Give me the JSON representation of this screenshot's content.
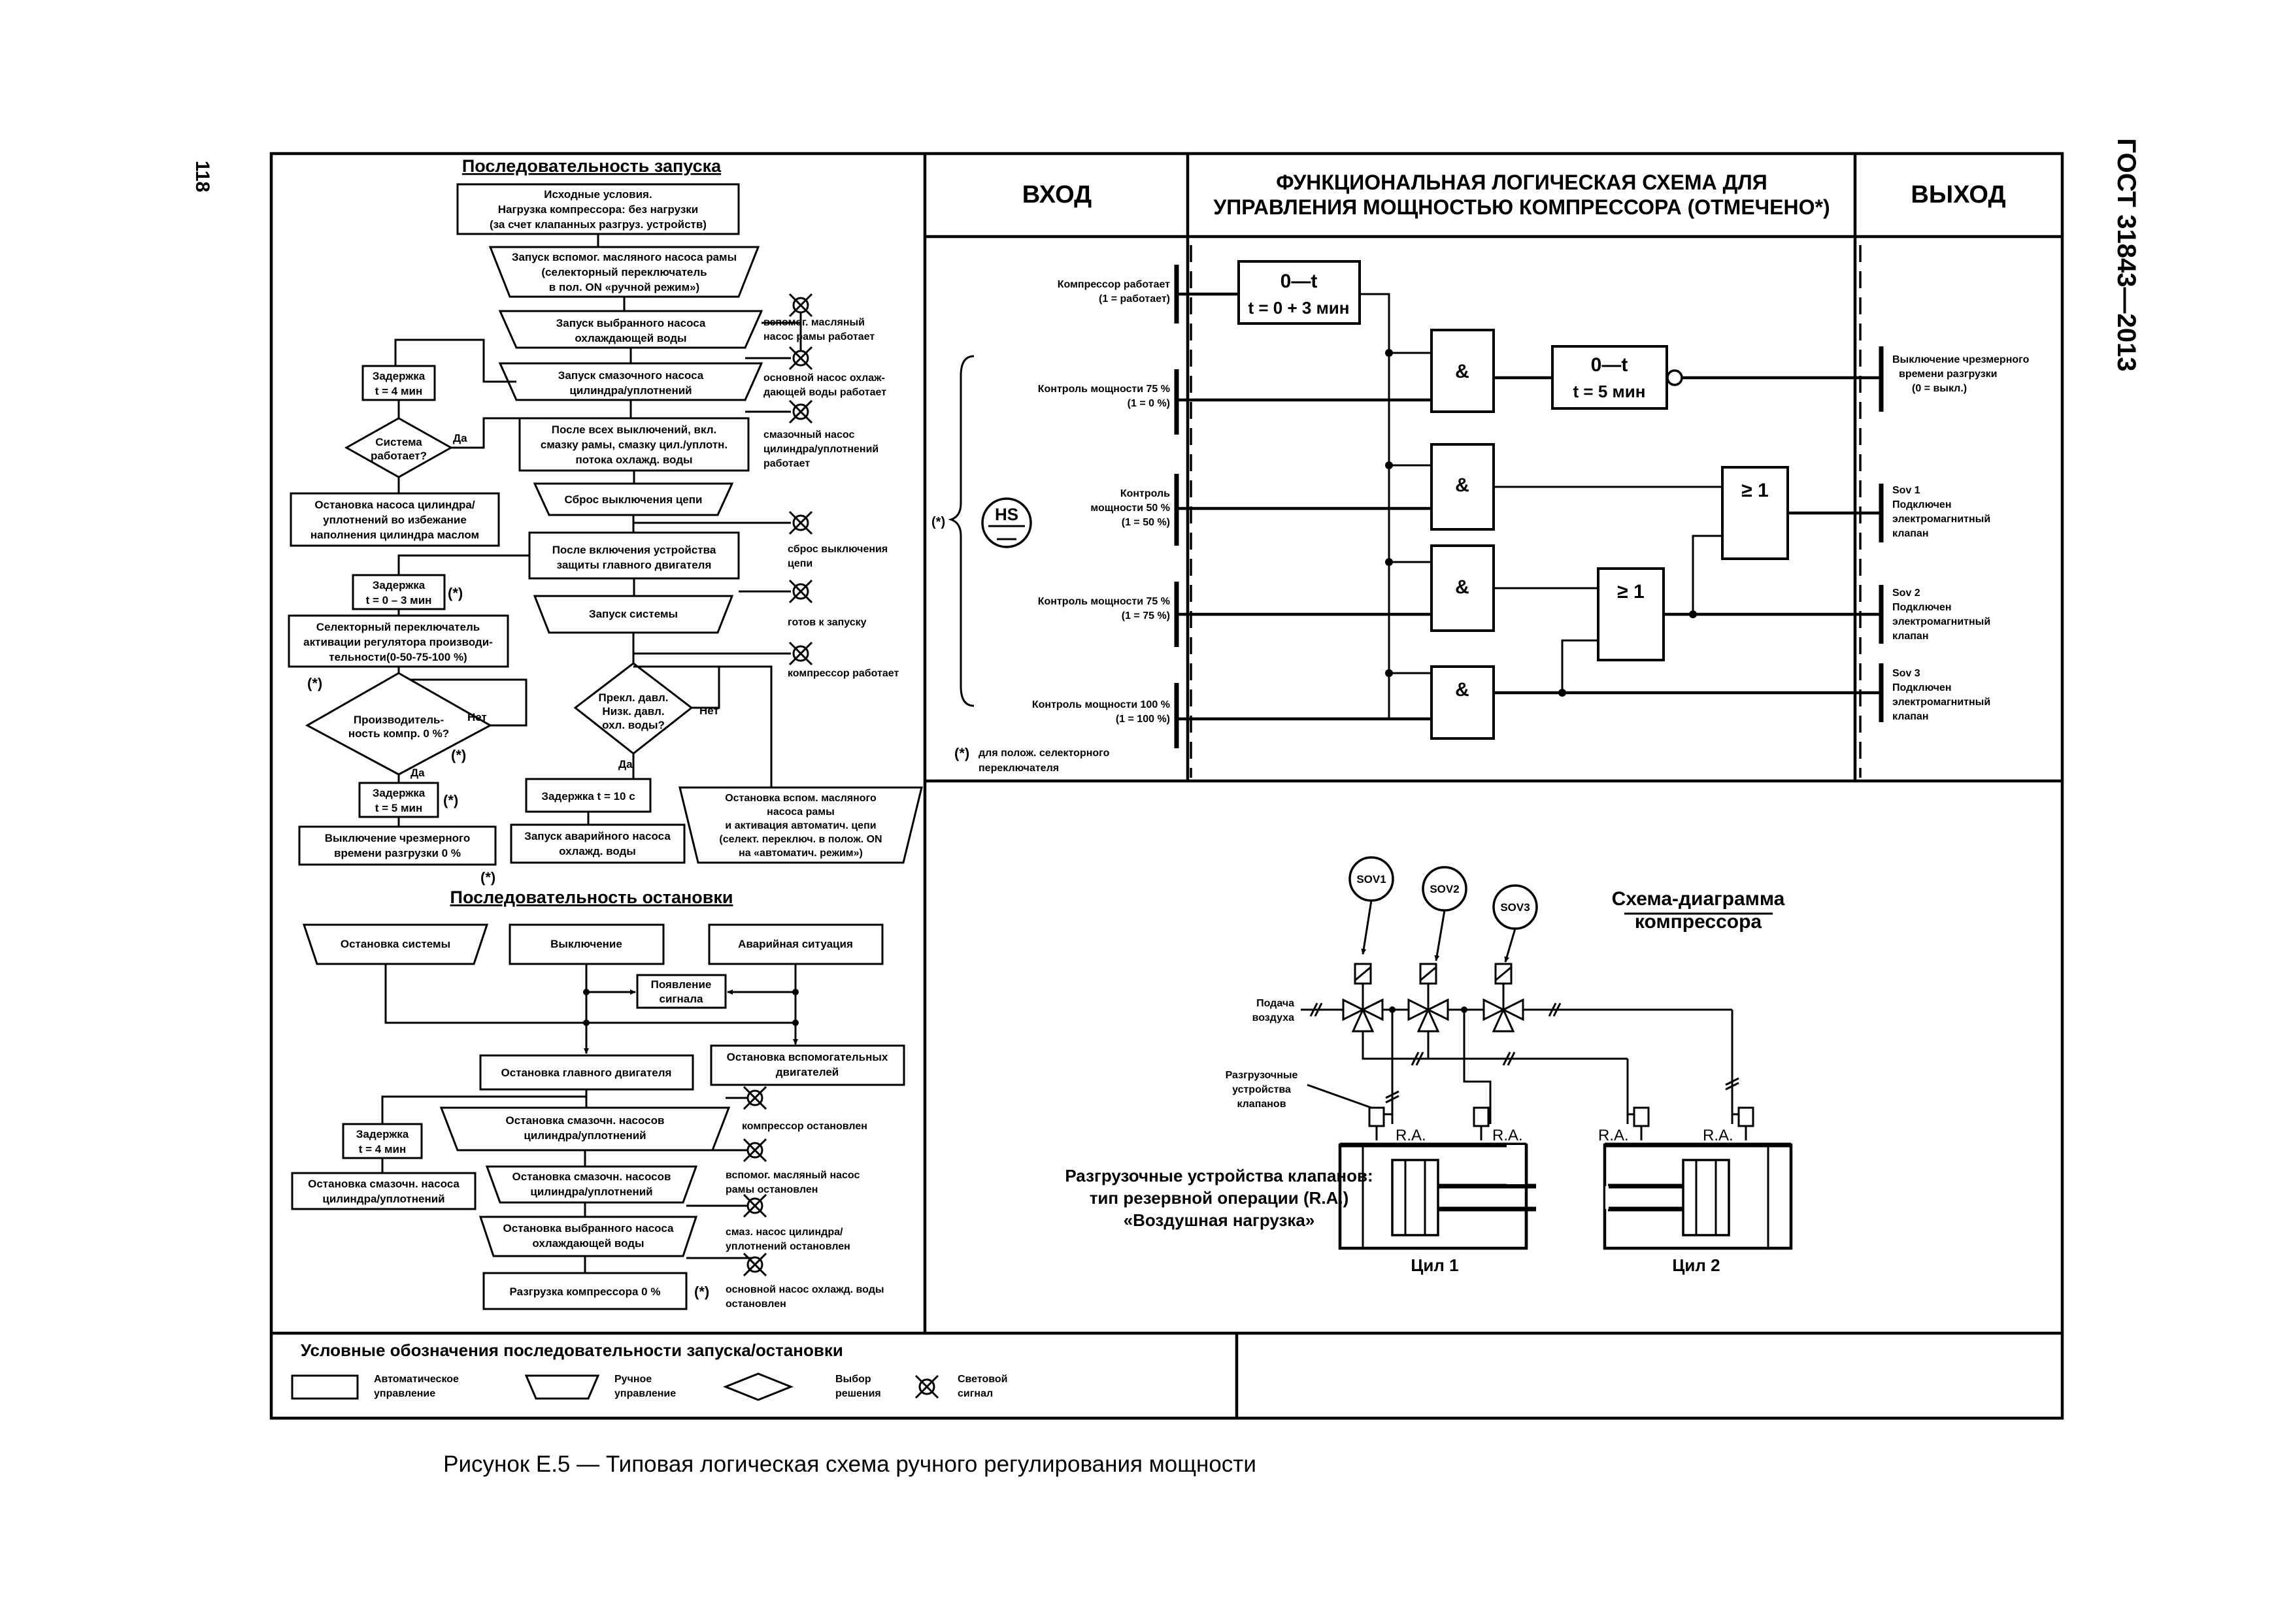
{
  "page": {
    "number": "118",
    "standard": "ГОСТ 31843—2013",
    "caption": "Рисунок Е.5 — Типовая логическая схема ручного регулирования мощности"
  },
  "startup": {
    "title": "Последовательность запуска",
    "initial": [
      "Исходные условия.",
      "Нагрузка компрессора: без нагрузки",
      "(за счет клапанных разгруз. устройств)"
    ],
    "aux_oil_pump": [
      "Запуск вспомог. масляного насоса рамы",
      "(селекторный переключатель",
      "в пол. ON «ручной режим»)"
    ],
    "cooling_pump": [
      "Запуск выбранного насоса",
      "охлаждающей воды"
    ],
    "lube_pump": [
      "Запуск смазочного насоса",
      "цилиндра/уплотнений"
    ],
    "after_all": [
      "После всех выключений, вкл.",
      "смазку рамы, смазку цил./уплотн.",
      "потока  охлажд. воды"
    ],
    "reset_trip": "Сброс выключения цепи",
    "after_main_protect": [
      "После включения устройства",
      "защиты главного двигателя"
    ],
    "start_system": "Запуск системы",
    "delay4": [
      "Задержка",
      "t = 4 мин"
    ],
    "system_running": [
      "Система",
      "работает?"
    ],
    "yes": "Да",
    "no": "Нет",
    "stop_lube": [
      "Остановка насоса цилиндра/",
      "уплотнений во избежание",
      "наполнения цилиндра маслом"
    ],
    "delay0_3": [
      "Задержка",
      "t = 0 – 3 мин"
    ],
    "star": "(*)",
    "selector": [
      "Селекторный переключатель",
      "активации регулятора производи-",
      "тельности(0-50-75-100 %)"
    ],
    "capacity0": [
      "Производитель-",
      "ность компр. 0 %?"
    ],
    "delay5": [
      "Задержка",
      "t = 5 мин"
    ],
    "excess_off": [
      "Выключение чрезмерного",
      "времени разгрузки 0 %"
    ],
    "low_pressure": [
      "Прекл. давл.",
      "Низк. давл.",
      "охл. воды?"
    ],
    "delay10": "Задержка t = 10 с",
    "emergency_pump": [
      "Запуск аварийного насоса",
      "охлажд. воды"
    ],
    "stop_aux_oil": [
      "Остановка вспом. масляного",
      "насоса рамы",
      "и активация автоматич. цепи",
      "(селект. переключ. в полож. ON",
      "на «автоматич. режим»)"
    ],
    "sig_aux_oil": [
      "вспомог. масляный",
      "насос рамы работает"
    ],
    "sig_cool": [
      "основной насос охлаж-",
      "дающей воды работает"
    ],
    "sig_lube": [
      "смазочный насос",
      "цилиндра/уплотнений",
      "работает"
    ],
    "sig_reset": [
      "сброс выключения",
      "цепи"
    ],
    "sig_ready": "готов к запуску",
    "sig_running": "компрессор работает"
  },
  "shutdown": {
    "title": "Последовательность остановки",
    "stop_system": "Остановка системы",
    "shutdown": "Выключение",
    "emergency": "Аварийная ситуация",
    "alarm": [
      "Появление",
      "сигнала"
    ],
    "stop_main": "Остановка главного двигателя",
    "stop_aux": [
      "Остановка вспомогательных",
      "двигателей"
    ],
    "stop_lube_pumps": [
      "Остановка смазочн. насосов",
      "цилиндра/уплотнений"
    ],
    "delay4": [
      "Задержка",
      "t = 4 мин"
    ],
    "stop_lube_pump": [
      "Остановка смазочн. насоса",
      "цилиндра/уплотнений"
    ],
    "stop_lube_pumps2": [
      "Остановка смазочн. насосов",
      "цилиндра/уплотнений"
    ],
    "stop_cool": [
      "Остановка выбранного насоса",
      "охлаждающей воды"
    ],
    "unload": "Разгрузка компрессора 0 %",
    "star": "(*)",
    "sig_comp_stopped": "компрессор остановлен",
    "sig_aux_stopped": [
      "вспомог. масляный насос",
      "рамы остановлен"
    ],
    "sig_lube_stopped": [
      "смаз. насос цилиндра/",
      "уплотнений остановлен"
    ],
    "sig_cool_stopped": [
      "основной насос охлажд. воды",
      "остановлен"
    ]
  },
  "legend": {
    "title": "Условные обозначения последовательности запуска/остановки",
    "auto": [
      "Автоматическое",
      "управление"
    ],
    "manual": [
      "Ручное",
      "управление"
    ],
    "decision": [
      "Выбор",
      "решения"
    ],
    "signal": [
      "Световой",
      "сигнал"
    ]
  },
  "logic": {
    "input_header": "ВХОД",
    "title": [
      "ФУНКЦИОНАЛЬНАЯ ЛОГИЧЕСКАЯ СХЕМА ДЛЯ",
      "УПРАВЛЕНИЯ МОЩНОСТЬЮ КОМПРЕССОРА (ОТМЕЧЕНО*)"
    ],
    "output_header": "ВЫХОД",
    "in1": [
      "Компрессор работает",
      "(1 = работает)"
    ],
    "in2": [
      "Контроль мощности 75 %",
      "(1 = 0 %)"
    ],
    "in3": [
      "Контроль",
      "мощности 50 %",
      "(1 = 50 %)"
    ],
    "in4": [
      "Контроль мощности 75 %",
      "(1 = 75 %)"
    ],
    "in5": [
      "Контроль мощности 100 %",
      "(1 = 100 %)"
    ],
    "hs": "HS",
    "star": "(*)",
    "timer1": [
      "0—t",
      "t = 0 + 3 мин"
    ],
    "timer2": [
      "0—t",
      "t = 5 мин"
    ],
    "and": "&",
    "or": "≥ 1",
    "out1": [
      "Выключение чрезмерного",
      "времени  разгрузки",
      "(0 = выкл.)"
    ],
    "out2": [
      "Sov 1",
      "Подключен",
      "электромагнитный",
      "клапан"
    ],
    "out3": [
      "Sov 2",
      "Подключен",
      "электромагнитный",
      "клапан"
    ],
    "out4": [
      "Sov 3",
      "Подключен",
      "электромагнитный",
      "клапан"
    ],
    "note_star": "(*)",
    "note": [
      "для полож. селекторного",
      "переключателя"
    ]
  },
  "compressor": {
    "title": [
      "Схема-диаграмма",
      "компрессора"
    ],
    "sov1": "SOV1",
    "sov2": "SOV2",
    "sov3": "SOV3",
    "air": [
      "Подача",
      "воздуха"
    ],
    "unloaders_label": [
      "Разгрузочные",
      "устройства",
      "клапанов"
    ],
    "ra": "R.A.",
    "desc": [
      "Разгрузочные устройства клапанов:",
      "тип резервной операции (R.A.)",
      "«Воздушная нагрузка»"
    ],
    "cyl1": "Цил 1",
    "cyl2": "Цил 2"
  }
}
